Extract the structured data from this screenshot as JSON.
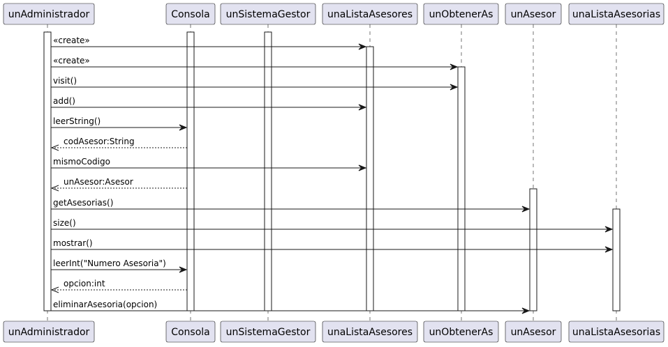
{
  "participants": [
    {
      "id": "admin",
      "label": "unAdministrador"
    },
    {
      "id": "consola",
      "label": "Consola"
    },
    {
      "id": "gestor",
      "label": "unSistemaGestor"
    },
    {
      "id": "listaAsesores",
      "label": "unaListaAsesores"
    },
    {
      "id": "obtener",
      "label": "unObtenerAs"
    },
    {
      "id": "asesor",
      "label": "unAsesor"
    },
    {
      "id": "listaAsesorias",
      "label": "unaListaAsesorias"
    }
  ],
  "messages": [
    {
      "from": "admin",
      "to": "listaAsesores",
      "label": "«create»",
      "kind": "call"
    },
    {
      "from": "admin",
      "to": "obtener",
      "label": "«create»",
      "kind": "call"
    },
    {
      "from": "admin",
      "to": "obtener",
      "label": "visit()",
      "kind": "call"
    },
    {
      "from": "admin",
      "to": "listaAsesores",
      "label": "add()",
      "kind": "call"
    },
    {
      "from": "admin",
      "to": "consola",
      "label": "leerString()",
      "kind": "call"
    },
    {
      "from": "consola",
      "to": "admin",
      "label": "codAsesor:String",
      "kind": "return"
    },
    {
      "from": "admin",
      "to": "listaAsesores",
      "label": "mismoCodigo",
      "kind": "call"
    },
    {
      "from": "consola",
      "to": "admin",
      "label": "unAsesor:Asesor",
      "kind": "return"
    },
    {
      "from": "admin",
      "to": "asesor",
      "label": "getAsesorias()",
      "kind": "call"
    },
    {
      "from": "admin",
      "to": "listaAsesorias",
      "label": "size()",
      "kind": "call"
    },
    {
      "from": "admin",
      "to": "listaAsesorias",
      "label": "mostrar()",
      "kind": "call"
    },
    {
      "from": "admin",
      "to": "consola",
      "label": "leerInt(\"Numero Asesoria\")",
      "kind": "call"
    },
    {
      "from": "consola",
      "to": "admin",
      "label": "opcion:int",
      "kind": "return"
    },
    {
      "from": "admin",
      "to": "asesor",
      "label": "eliminarAsesoria(opcion)",
      "kind": "call"
    }
  ]
}
